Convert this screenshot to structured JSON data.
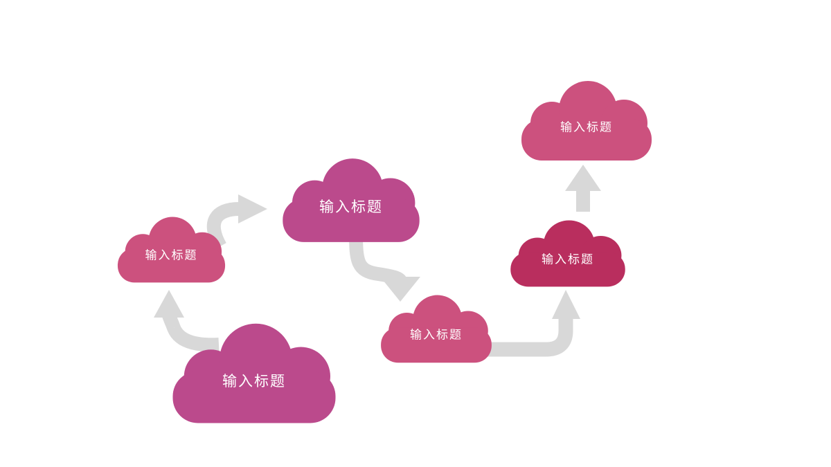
{
  "canvas": {
    "background": "#ffffff"
  },
  "colors": {
    "arrow": "#d8d8d8",
    "label_text": "#ffffff",
    "rose": "#cc517e",
    "magenta": "#bb4a8c",
    "crimson": "#b92e5e"
  },
  "clouds": [
    {
      "name": "cloud-left",
      "label": "输入标题",
      "color": "#cc517e"
    },
    {
      "name": "cloud-top-middle",
      "label": "输入标题",
      "color": "#bb4a8c"
    },
    {
      "name": "cloud-mid-right",
      "label": "输入标题",
      "color": "#cc517e"
    },
    {
      "name": "cloud-right-dark",
      "label": "输入标题",
      "color": "#b92e5e"
    },
    {
      "name": "cloud-top-right",
      "label": "输入标题",
      "color": "#cc517e"
    },
    {
      "name": "cloud-bottom",
      "label": "输入标题",
      "color": "#bb4a8c"
    }
  ],
  "connections": [
    {
      "from": "cloud-bottom",
      "to": "cloud-left"
    },
    {
      "from": "cloud-left",
      "to": "cloud-top-middle"
    },
    {
      "from": "cloud-top-middle",
      "to": "cloud-mid-right"
    },
    {
      "from": "cloud-mid-right",
      "to": "cloud-right-dark"
    },
    {
      "from": "cloud-right-dark",
      "to": "cloud-top-right"
    }
  ]
}
